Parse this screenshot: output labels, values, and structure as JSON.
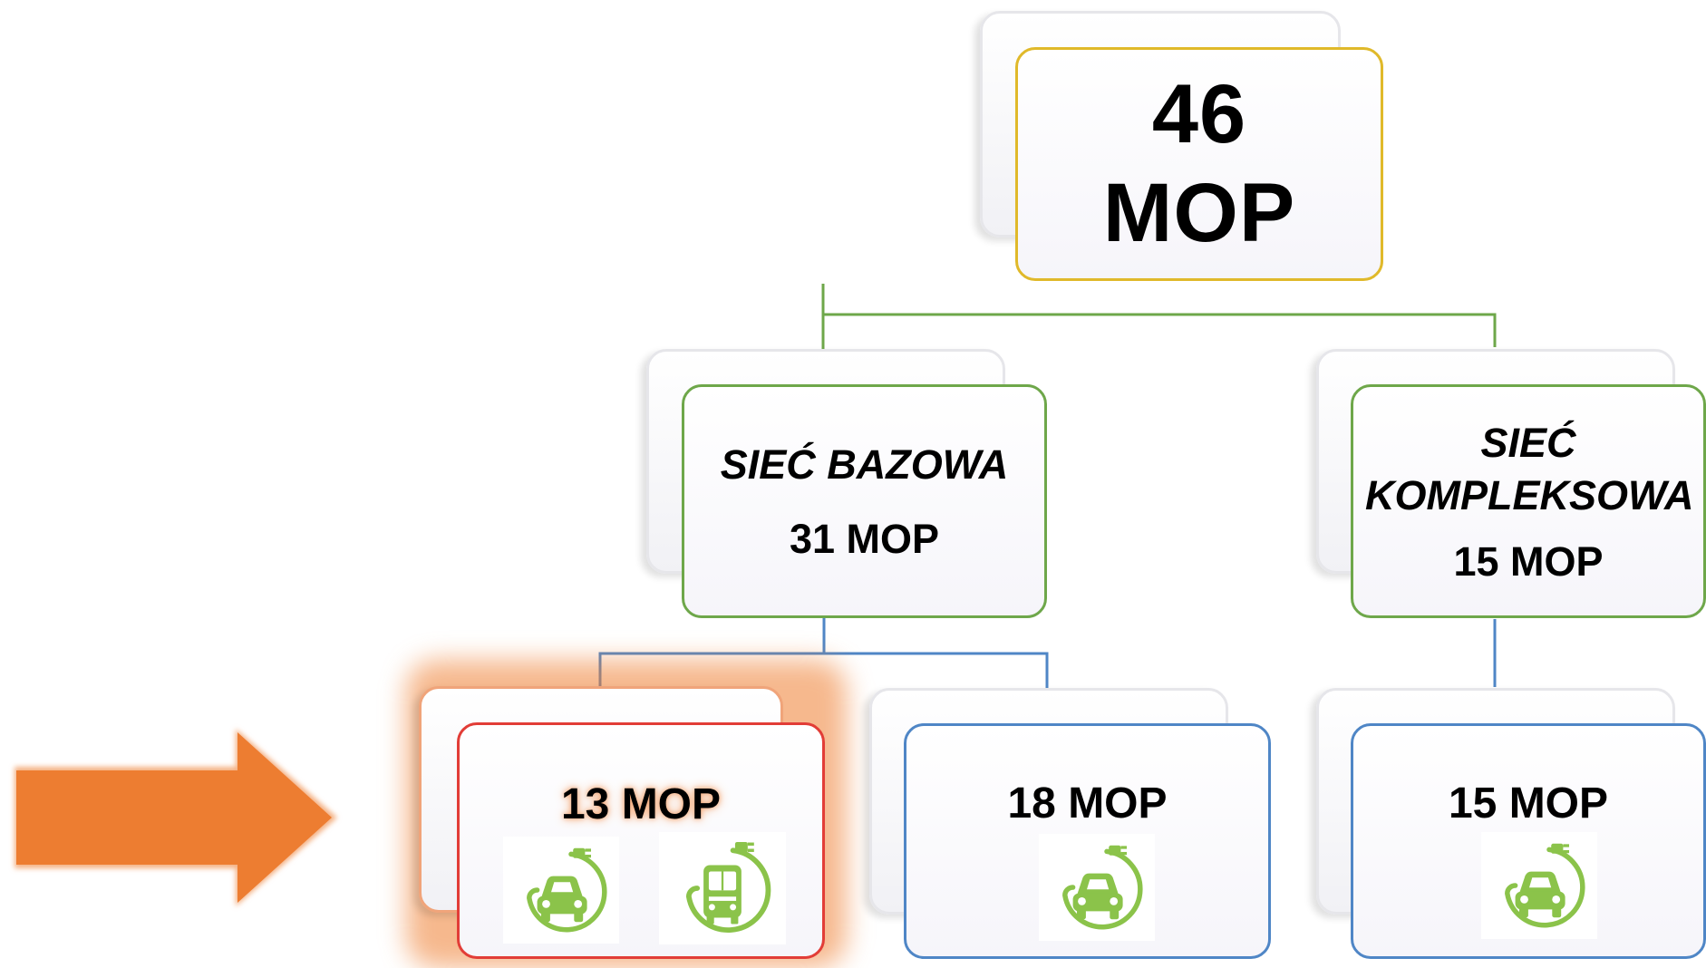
{
  "colors": {
    "root_border": "#e0b92a",
    "level2_border": "#6ea74a",
    "leaf_border": "#4f86c6",
    "highlight_border": "#e23d37",
    "connector_green": "#6ea74a",
    "connector_blue": "#4f86c6",
    "arrow": "#ed7d31",
    "icon_green": "#8bc34a"
  },
  "root": {
    "number": "46",
    "unit": "MOP"
  },
  "bazowa": {
    "title": "SIEĆ BAZOWA",
    "count": "31 MOP"
  },
  "kompleksowa": {
    "title": "SIEĆ KOMPLEKSOWA",
    "count": "15 MOP"
  },
  "leaves": [
    {
      "label": "13 MOP",
      "highlighted": true,
      "icons": [
        "car-charging-icon",
        "bus-charging-icon"
      ]
    },
    {
      "label": "18 MOP",
      "highlighted": false,
      "icons": [
        "car-charging-icon"
      ]
    },
    {
      "label": "15 MOP",
      "highlighted": false,
      "icons": [
        "car-charging-icon"
      ]
    }
  ],
  "pointer": {
    "icon": "right-arrow-icon"
  }
}
